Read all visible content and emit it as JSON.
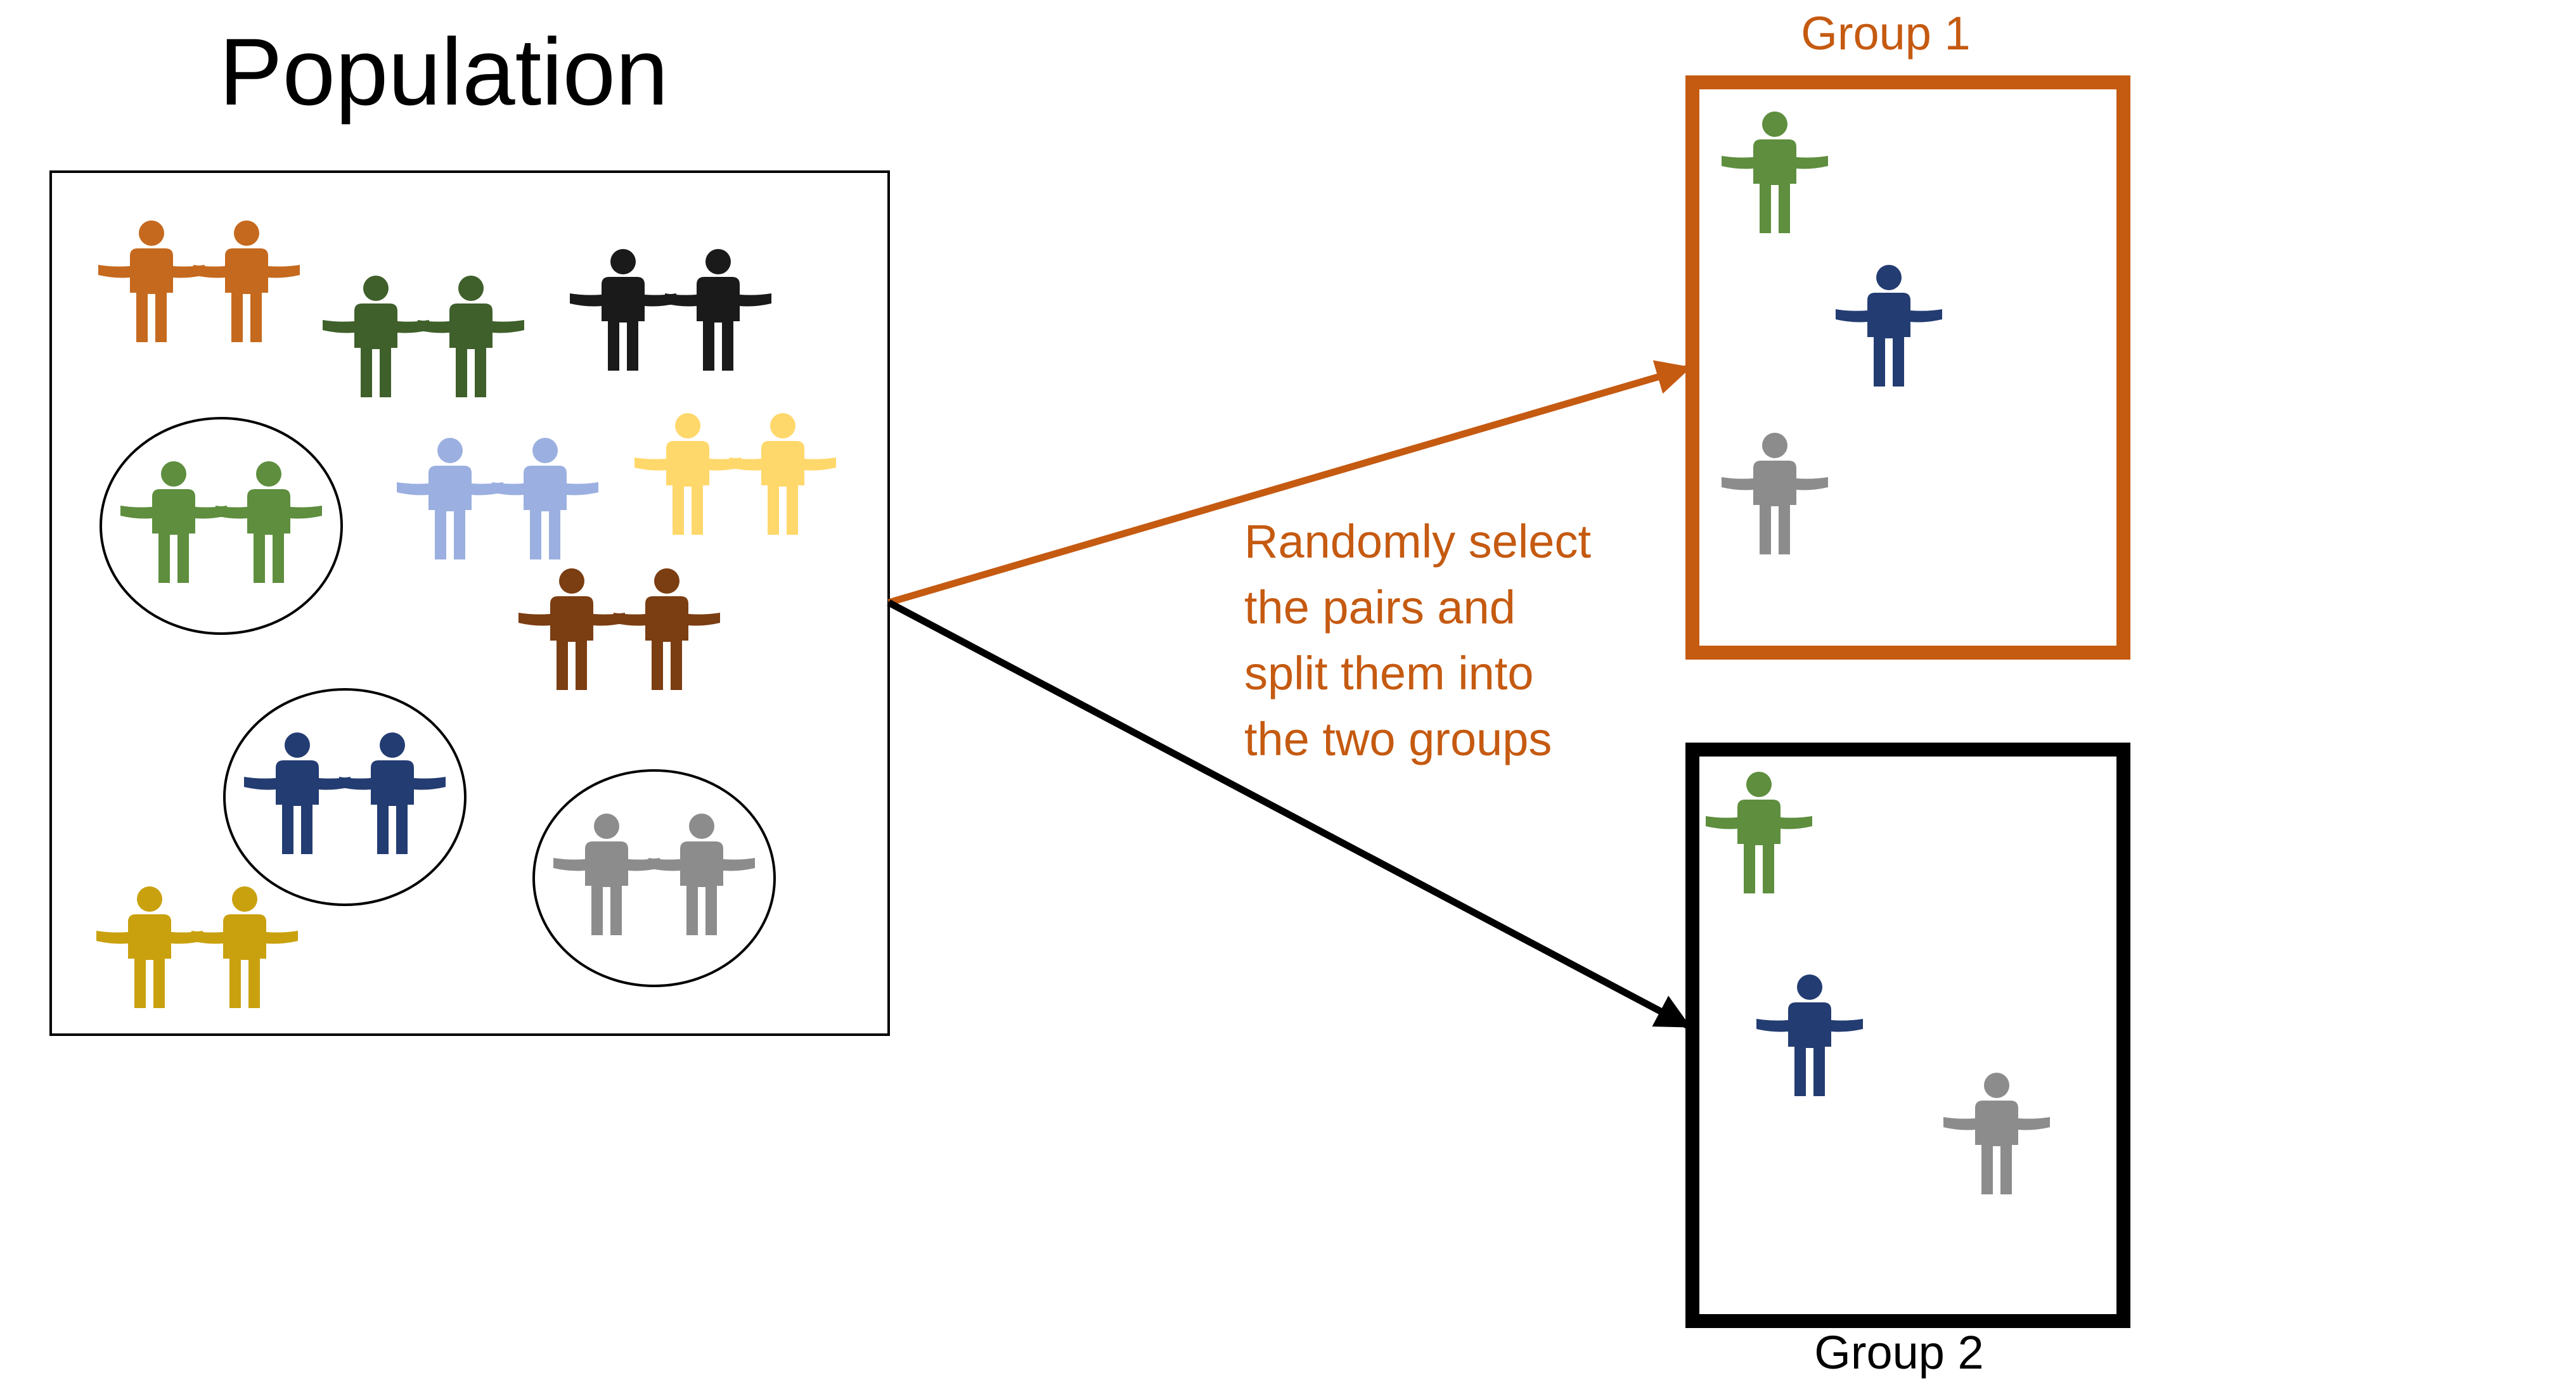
{
  "title": "Population",
  "caption": [
    "Randomly select",
    "the pairs and",
    "split them into",
    "the two groups"
  ],
  "group1": {
    "label": "Group 1"
  },
  "group2": {
    "label": "Group 2"
  },
  "colors": {
    "accent_orange": "#C55A11",
    "orange": "#C5691E",
    "dark_green": "#3F5F2B",
    "black": "#1A1A1A",
    "green": "#5E8E3E",
    "light_blue": "#9BB0E0",
    "light_yellow": "#FFD86B",
    "brown": "#7B3D12",
    "navy": "#233C72",
    "gray": "#8C8C8C",
    "gold": "#C9A10E"
  },
  "population_pairs": [
    {
      "name": "orange-pair",
      "color": "#C5691E",
      "circled": false
    },
    {
      "name": "dark-green-pair",
      "color": "#3F5F2B",
      "circled": false
    },
    {
      "name": "black-pair",
      "color": "#1A1A1A",
      "circled": false
    },
    {
      "name": "green-pair",
      "color": "#5E8E3E",
      "circled": true
    },
    {
      "name": "light-blue-pair",
      "color": "#9BB0E0",
      "circled": false
    },
    {
      "name": "light-yellow-pair",
      "color": "#FFD86B",
      "circled": false
    },
    {
      "name": "brown-pair",
      "color": "#7B3D12",
      "circled": false
    },
    {
      "name": "navy-pair",
      "color": "#233C72",
      "circled": true
    },
    {
      "name": "gray-pair",
      "color": "#8C8C8C",
      "circled": true
    },
    {
      "name": "gold-pair",
      "color": "#C9A10E",
      "circled": false
    }
  ],
  "group1_members": [
    {
      "name": "group1-green-person",
      "color": "#5E8E3E"
    },
    {
      "name": "group1-navy-person",
      "color": "#233C72"
    },
    {
      "name": "group1-gray-person",
      "color": "#8C8C8C"
    }
  ],
  "group2_members": [
    {
      "name": "group2-green-person",
      "color": "#5E8E3E"
    },
    {
      "name": "group2-navy-person",
      "color": "#233C72"
    },
    {
      "name": "group2-gray-person",
      "color": "#8C8C8C"
    }
  ]
}
